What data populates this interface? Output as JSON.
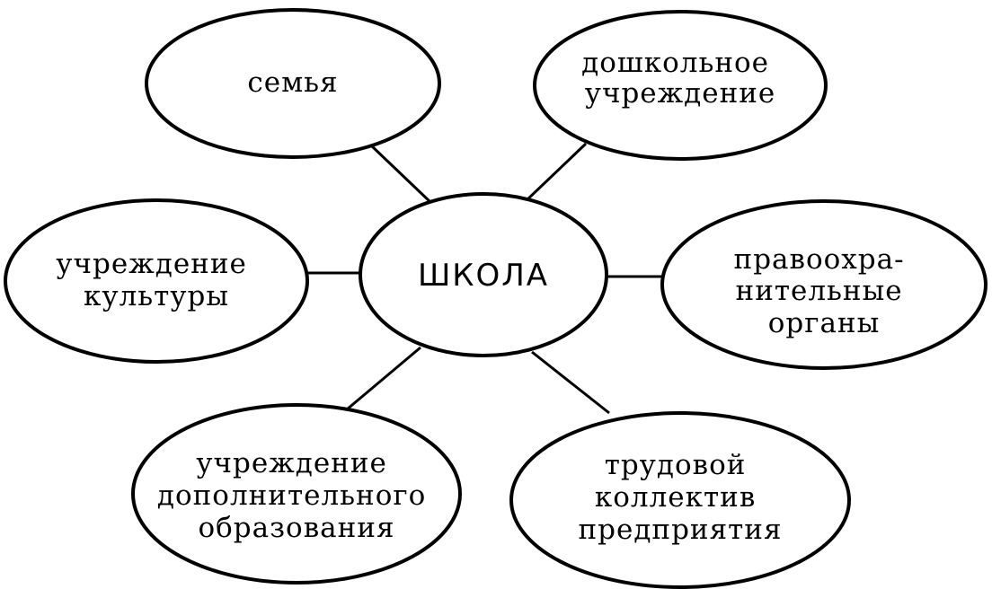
{
  "diagram": {
    "center": {
      "label": "ШКОЛА"
    },
    "nodes": [
      {
        "id": "family",
        "lines": [
          "семья"
        ]
      },
      {
        "id": "preschool",
        "lines": [
          "дошкольное",
          "учреждение"
        ]
      },
      {
        "id": "culture",
        "lines": [
          "учреждение",
          "культуры"
        ]
      },
      {
        "id": "law",
        "lines": [
          "правоохра-",
          "нительные",
          "органы"
        ]
      },
      {
        "id": "extra-education",
        "lines": [
          "учреждение",
          "дополнительного",
          "образования"
        ]
      },
      {
        "id": "workforce",
        "lines": [
          "трудовой",
          "коллектив",
          "предприятия"
        ]
      }
    ]
  }
}
